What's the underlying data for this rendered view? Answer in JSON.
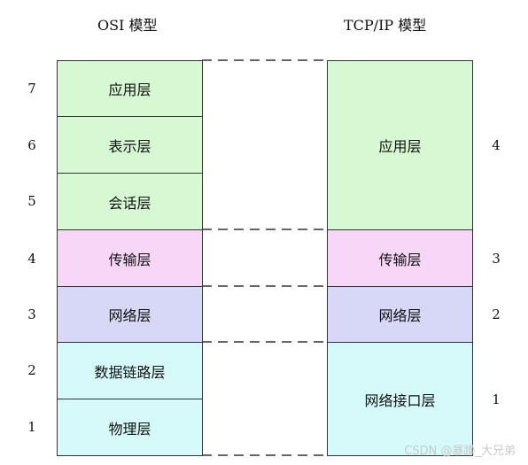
{
  "osi": {
    "title": "OSI 模型",
    "layers": [
      {
        "number": "7",
        "name": "应用层",
        "color": "#d6f9d3"
      },
      {
        "number": "6",
        "name": "表示层",
        "color": "#d6f9d3"
      },
      {
        "number": "5",
        "name": "会话层",
        "color": "#d6f9d3"
      },
      {
        "number": "4",
        "name": "传输层",
        "color": "#f8d6f8"
      },
      {
        "number": "3",
        "name": "网络层",
        "color": "#d7d7f8"
      },
      {
        "number": "2",
        "name": "数据链路层",
        "color": "#d6f9fa"
      },
      {
        "number": "1",
        "name": "物理层",
        "color": "#d6f9fa"
      }
    ]
  },
  "tcpip": {
    "title": "TCP/IP 模型",
    "layers": [
      {
        "number": "4",
        "name": "应用层",
        "color": "#d6f9d3"
      },
      {
        "number": "3",
        "name": "传输层",
        "color": "#f8d6f8"
      },
      {
        "number": "2",
        "name": "网络层",
        "color": "#d7d7f8"
      },
      {
        "number": "1",
        "name": "网络接口层",
        "color": "#d6f9fa"
      }
    ]
  },
  "watermark": "CSDN @暴躁_大兄弟"
}
